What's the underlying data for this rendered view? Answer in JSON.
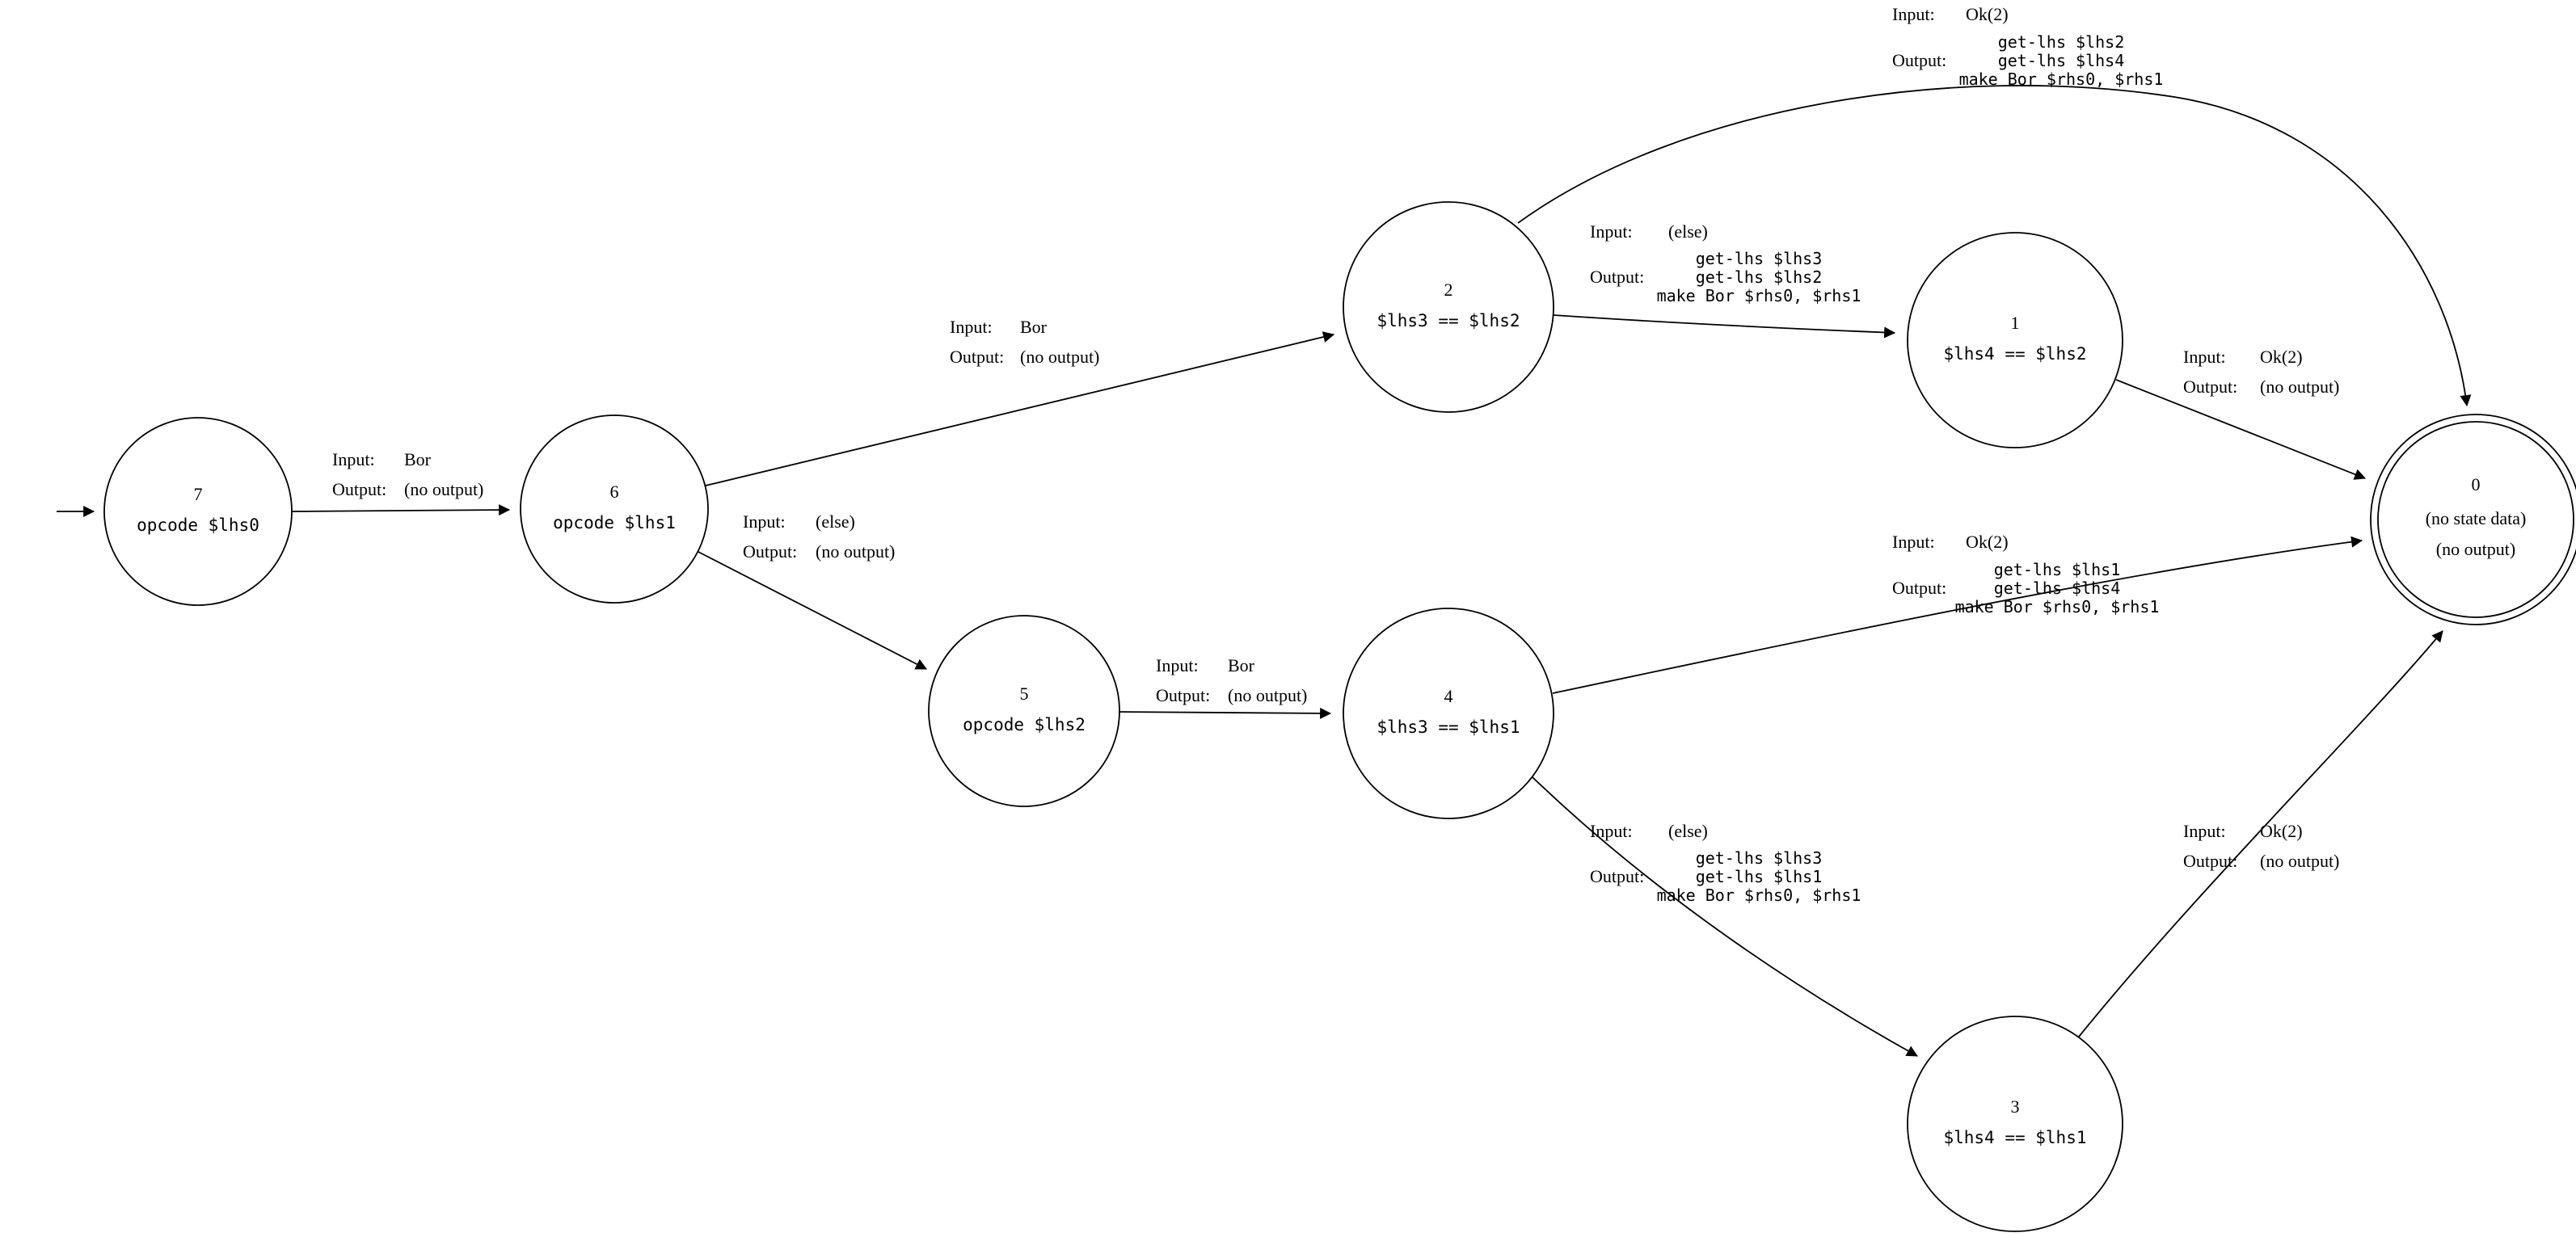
{
  "diagram": {
    "kind": "state-machine",
    "labels": {
      "input_key": "Input:",
      "output_key": "Output:"
    },
    "states": [
      {
        "id": "7",
        "label": "opcode $lhs0"
      },
      {
        "id": "6",
        "label": "opcode $lhs1"
      },
      {
        "id": "5",
        "label": "opcode $lhs2"
      },
      {
        "id": "2",
        "label": "$lhs3 == $lhs2"
      },
      {
        "id": "4",
        "label": "$lhs3 == $lhs1"
      },
      {
        "id": "1",
        "label": "$lhs4 == $lhs2"
      },
      {
        "id": "3",
        "label": "$lhs4 == $lhs1"
      },
      {
        "id": "0",
        "label": "(no state data)",
        "sublabel": "(no output)"
      }
    ],
    "edges": [
      {
        "from": "7",
        "to": "6",
        "input": "Bor",
        "output": "(no output)"
      },
      {
        "from": "6",
        "to": "2",
        "input": "Bor",
        "output": "(no output)"
      },
      {
        "from": "6",
        "to": "5",
        "input": "(else)",
        "output": "(no output)"
      },
      {
        "from": "5",
        "to": "4",
        "input": "Bor",
        "output": "(no output)"
      },
      {
        "from": "2",
        "to": "0",
        "input": "Ok(2)",
        "output_lines": [
          "get-lhs $lhs2",
          "get-lhs $lhs4",
          "make Bor $rhs0, $rhs1"
        ]
      },
      {
        "from": "2",
        "to": "1",
        "input": "(else)",
        "output_lines": [
          "get-lhs $lhs3",
          "get-lhs $lhs2",
          "make Bor $rhs0, $rhs1"
        ]
      },
      {
        "from": "1",
        "to": "0",
        "input": "Ok(2)",
        "output": "(no output)"
      },
      {
        "from": "4",
        "to": "0",
        "input": "Ok(2)",
        "output_lines": [
          "get-lhs $lhs1",
          "get-lhs $lhs4",
          "make Bor $rhs0, $rhs1"
        ]
      },
      {
        "from": "4",
        "to": "3",
        "input": "(else)",
        "output_lines": [
          "get-lhs $lhs3",
          "get-lhs $lhs1",
          "make Bor $rhs0, $rhs1"
        ]
      },
      {
        "from": "3",
        "to": "0",
        "input": "Ok(2)",
        "output": "(no output)"
      }
    ]
  }
}
